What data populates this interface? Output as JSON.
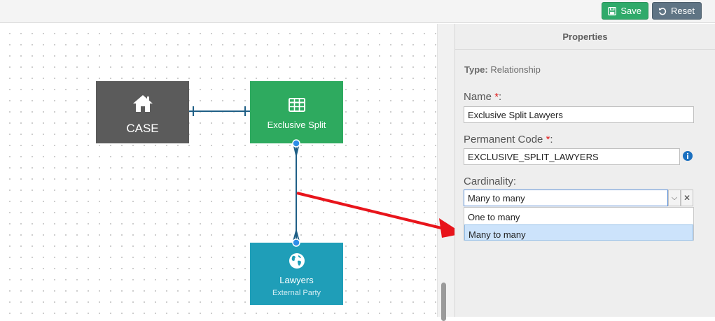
{
  "toolbar": {
    "save_label": "Save",
    "reset_label": "Reset",
    "save_color": "#2faa6a",
    "reset_color": "#5f7484",
    "save_icon": "floppy-disk-icon",
    "reset_icon": "undo-icon"
  },
  "diagram": {
    "nodes": {
      "case": {
        "label": "CASE",
        "icon": "house-icon",
        "color": "#5b5b5b"
      },
      "split": {
        "label": "Exclusive Split",
        "icon": "table-icon",
        "color": "#2eaa5f"
      },
      "lawyers": {
        "label": "Lawyers",
        "sublabel": "External Party",
        "icon": "globe-icon",
        "color": "#1f9eb8"
      }
    },
    "annotation_color": "#e8141b"
  },
  "properties": {
    "title": "Properties",
    "type_label": "Type:",
    "type_value": "Relationship",
    "name_label": "Name",
    "name_value": "Exclusive Split Lawyers",
    "code_label": "Permanent Code",
    "code_value": "EXCLUSIVE_SPLIT_LAWYERS",
    "required_mark": "*",
    "colon": ":",
    "cardinality_label": "Cardinality:",
    "cardinality_value": "Many to many",
    "cardinality_options": [
      "One to many",
      "Many to many"
    ],
    "selected_option": "Many to many",
    "info_icon": "info-circle-icon"
  }
}
